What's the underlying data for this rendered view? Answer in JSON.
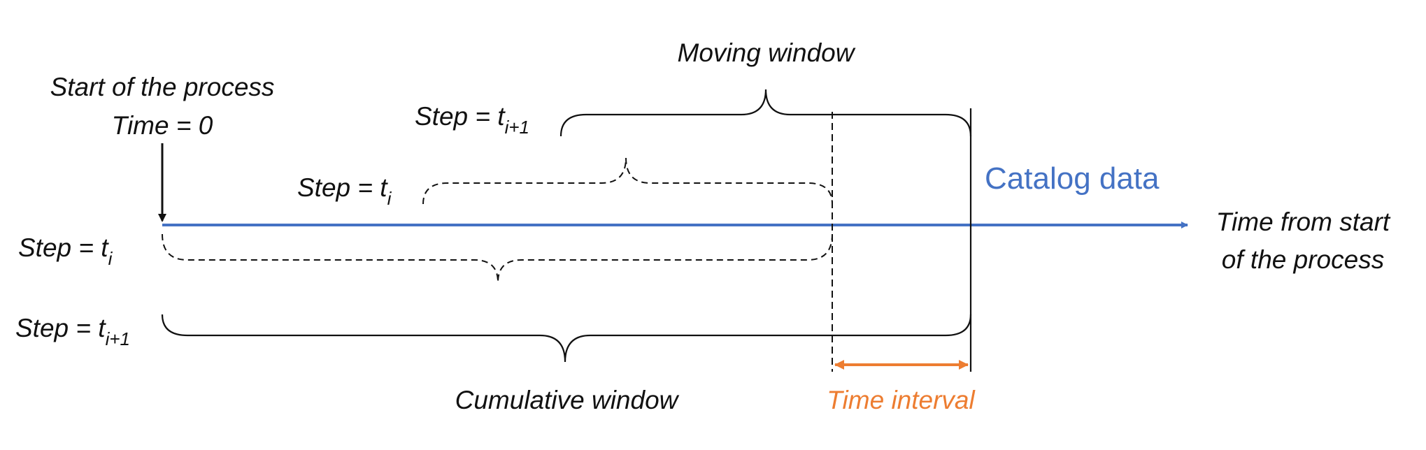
{
  "labels": {
    "moving_window": "Moving window",
    "start_line1": "Start of the process",
    "start_line2": "Time = 0",
    "step_prefix": "Step = t",
    "sub_i": "i",
    "sub_i1": "i+1",
    "catalog_data": "Catalog data",
    "axis_line1": "Time from start",
    "axis_line2": "of the process",
    "cumulative_window": "Cumulative window",
    "time_interval": "Time interval"
  },
  "colors": {
    "axis": "#4472c4",
    "interval": "#ed7d31",
    "ink": "#111111"
  }
}
